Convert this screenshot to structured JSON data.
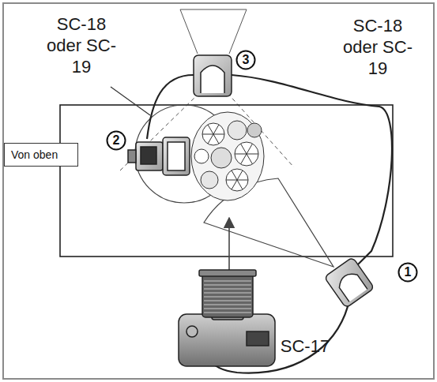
{
  "diagram": {
    "nodes": [
      {
        "text": [
          "3"
        ]
      },
      {
        "text": [
          "2"
        ]
      },
      {
        "text": [
          "Von oben"
        ]
      },
      {
        "text": [
          "1"
        ]
      }
    ],
    "labels": [
      "SC-18 oder SC-19",
      "SC-18 oder SC-19",
      "SC-17"
    ]
  }
}
